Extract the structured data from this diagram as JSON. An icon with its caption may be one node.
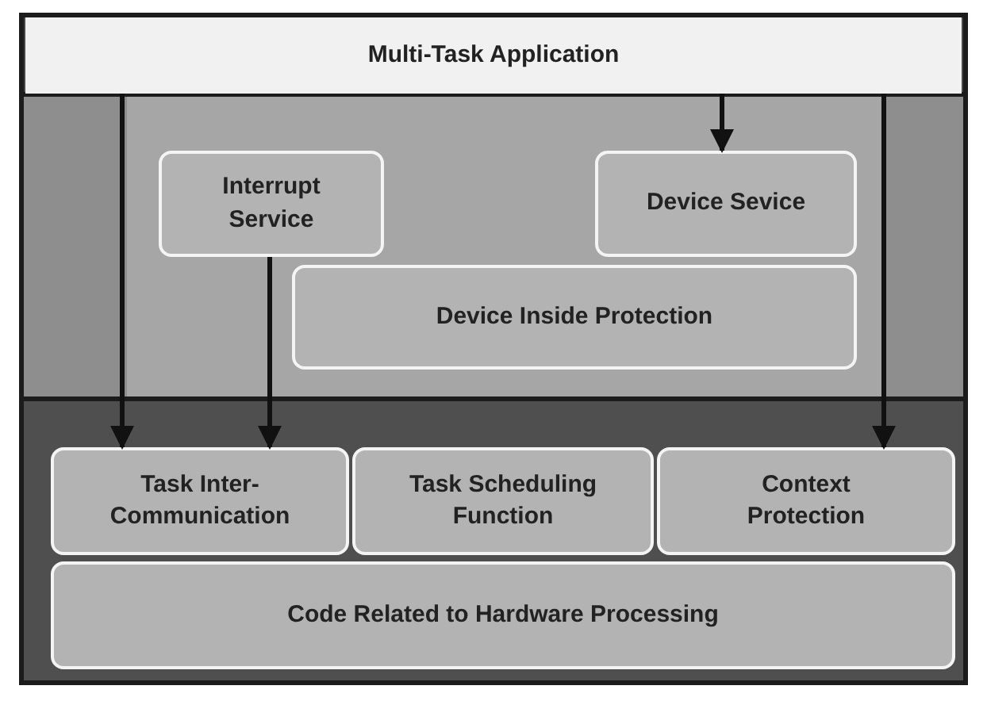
{
  "diagram": {
    "nodes": [
      {
        "text": [
          "Multi-Task Application"
        ]
      },
      {
        "text": [
          "Interrupt Service"
        ]
      },
      {
        "text": [
          "Device Sevice"
        ]
      },
      {
        "text": [
          "Device Inside Protection"
        ]
      },
      {
        "text": [
          "Task Inter-Communication"
        ]
      },
      {
        "text": [
          "Task Scheduling Function"
        ]
      },
      {
        "text": [
          "Context Protection"
        ]
      },
      {
        "text": [
          "Code Related to Hardware Processing"
        ]
      }
    ],
    "edges": [
      {
        "from": 0,
        "to": 4,
        "arrow": "to"
      },
      {
        "from": 0,
        "to": 2,
        "arrow": "to"
      },
      {
        "from": 0,
        "to": 6,
        "arrow": "to"
      },
      {
        "from": 1,
        "to": 4,
        "arrow": "to"
      }
    ]
  }
}
